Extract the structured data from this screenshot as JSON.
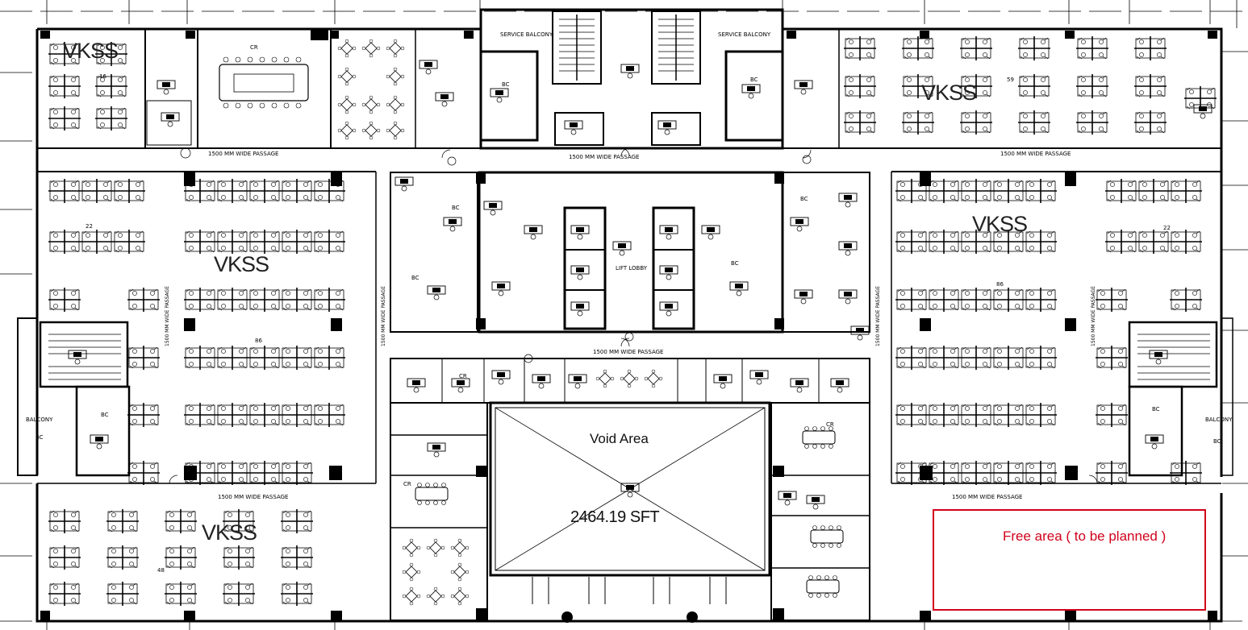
{
  "plan": {
    "zone_labels": [
      "VKSS",
      "VKSS",
      "VKSS",
      "VKSS",
      "VKSS"
    ],
    "void": {
      "title": "Void Area",
      "area": "2464.19 SFT"
    },
    "free_area": {
      "label": "Free area ( to be planned )"
    },
    "passage_label": "1500 MM WIDE PASSAGE",
    "room_labels": {
      "bc": "BC",
      "cr": "CR",
      "balcony": "BALCONY",
      "lift_lobby": "LIFT LOBBY",
      "service_balcony": "SERVICE BALCONY",
      "ws_16": "16",
      "ws_22a": "22",
      "ws_22b": "22",
      "ws_86": "86",
      "ws_48": "48",
      "ws_59": "59"
    },
    "colors": {
      "line": "#000000",
      "accent": "#d0021b",
      "background": "#ffffff"
    }
  }
}
